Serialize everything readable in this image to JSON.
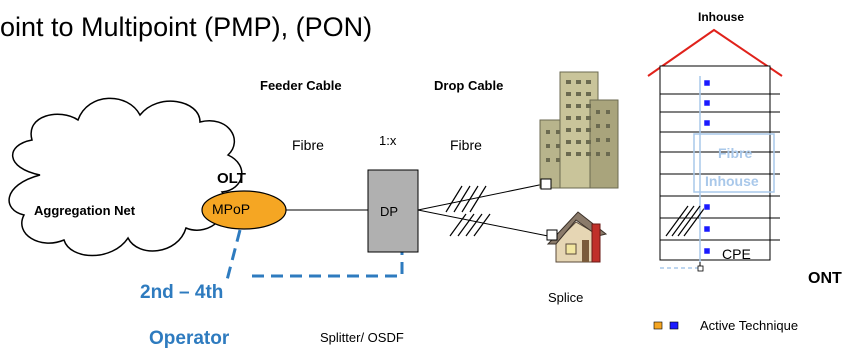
{
  "title": "oint to Multipoint (PMP), (PON)",
  "cloud_label": "Aggregation Net",
  "olt_label": "OLT",
  "mpop_label": "MPoP",
  "feeder_cable": "Feeder Cable",
  "drop_cable": "Drop Cable",
  "fibre_1": "Fibre",
  "fibre_2": "Fibre",
  "split_ratio": "1:x",
  "dp_label": "DP",
  "operator_line1": "2nd – 4th",
  "operator_line2": "Operator",
  "splitter_label": "Splitter/ OSDF",
  "splice_label": "Splice",
  "inhouse_label": "Inhouse",
  "fibre_inhouse_1": "Fibre",
  "fibre_inhouse_2": "Inhouse",
  "cpe_label": "CPE",
  "ont_label": "ONT",
  "legend_label": "Active Technique",
  "colors": {
    "mpop_fill": "#f5a623",
    "operator_blue": "#2e7bbf",
    "roof_red": "#e0221b",
    "fibre_light_blue": "#a9c8ea",
    "active_blue": "#1a1aff",
    "active_orange": "#f5a623"
  }
}
